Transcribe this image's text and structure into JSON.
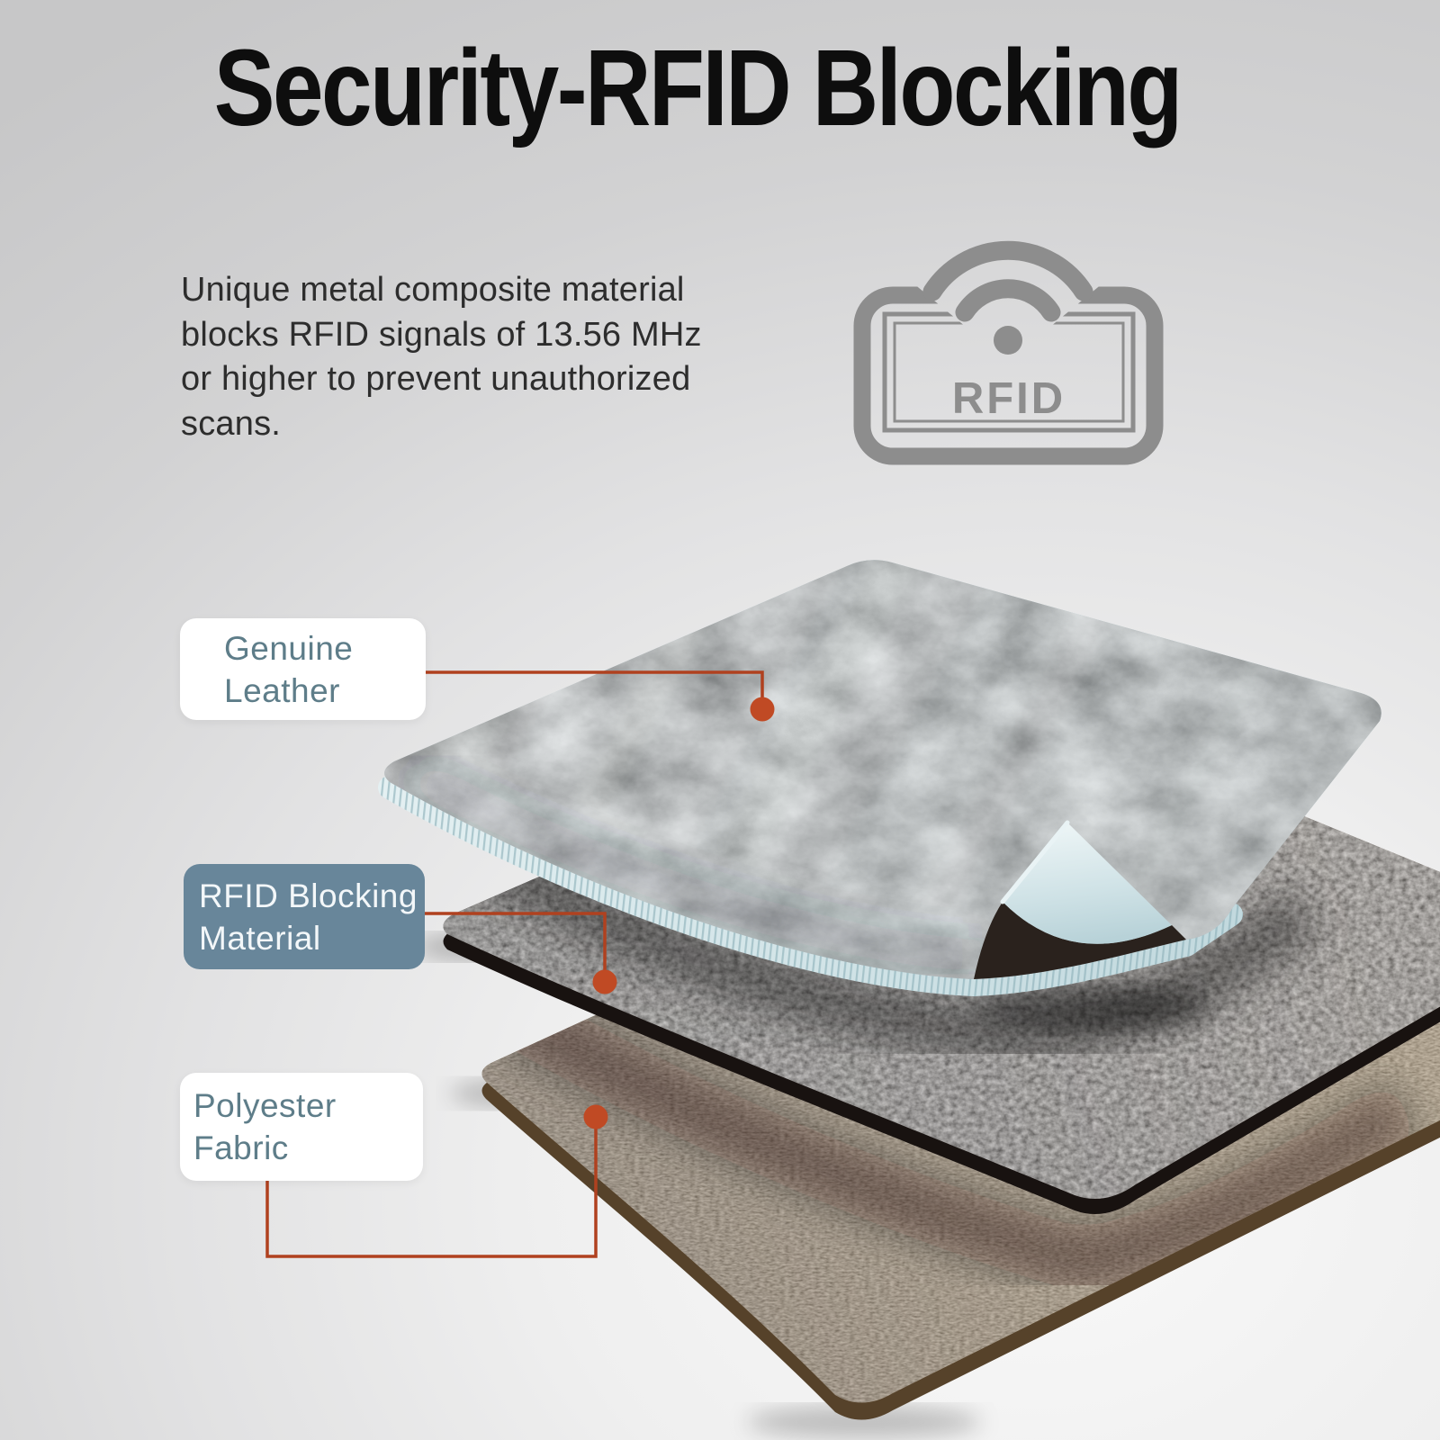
{
  "page": {
    "title": "Security-RFID Blocking"
  },
  "description": {
    "lines": [
      "Unique metal composite material",
      "blocks RFID signals of 13.56 MHz",
      "or higher to prevent unauthorized",
      "scans."
    ]
  },
  "rfid_icon": {
    "label": "RFID",
    "color": "#8d8d8d"
  },
  "callouts": {
    "leather": {
      "line1": "Genuine",
      "line2": "Leather"
    },
    "rfid_blocking": {
      "line1": "RFID Blocking",
      "line2": "Material"
    },
    "polyester": {
      "line1": "Polyester",
      "line2": "Fabric"
    }
  },
  "layers": [
    {
      "name": "Genuine Leather",
      "color": "#aac4ca"
    },
    {
      "name": "RFID Blocking Material",
      "color": "#3c322a"
    },
    {
      "name": "Polyester Fabric",
      "color": "#8a6c42"
    }
  ],
  "colors": {
    "background": "#e2e2e3",
    "title_text": "#0e0e0e",
    "body_text": "#2d2d2d",
    "callout_text": "#5e7d89",
    "callout_teal_bg": "#68869a",
    "accent_line": "#b0411f",
    "accent_dot": "#c04a24",
    "icon_gray": "#8d8d8d"
  }
}
